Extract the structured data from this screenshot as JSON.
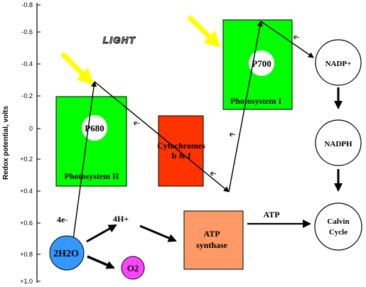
{
  "axis": {
    "label": "Redox potential, volts",
    "ticks": [
      "-0.8",
      "-0.6",
      "-0.4",
      "-0.2",
      "0",
      "+0.2",
      "+0.4",
      "+0.6",
      "+0.8",
      "+1.0"
    ]
  },
  "light_label": "LIGHT",
  "photosystem_ii": {
    "label": "Photosystem II",
    "center": "P680"
  },
  "cytochromes": {
    "line1": "Cytochromes",
    "line2": "b & f"
  },
  "photosystem_i": {
    "label": "Photosystem I",
    "center": "P700"
  },
  "electron_labels": [
    "e-",
    "e-",
    "e-",
    "e-"
  ],
  "water": "2H2O",
  "oxygen": "O2",
  "protons": "4H+",
  "four_electrons": "4e-",
  "atp_synthase": {
    "line1": "ATP",
    "line2": "synthase"
  },
  "atp_label": "ATP",
  "nadp": "NADP+",
  "nadph": "NADPH",
  "calvin": {
    "line1": "Calvin",
    "line2": "Cycle"
  },
  "colors": {
    "photosystem": "#00ff00",
    "cytochromes": "#ff3300",
    "atp_synthase": "#ff9966",
    "water": "#3399ff",
    "oxygen": "#ff44ff",
    "light_arrow": "#ffff00"
  }
}
